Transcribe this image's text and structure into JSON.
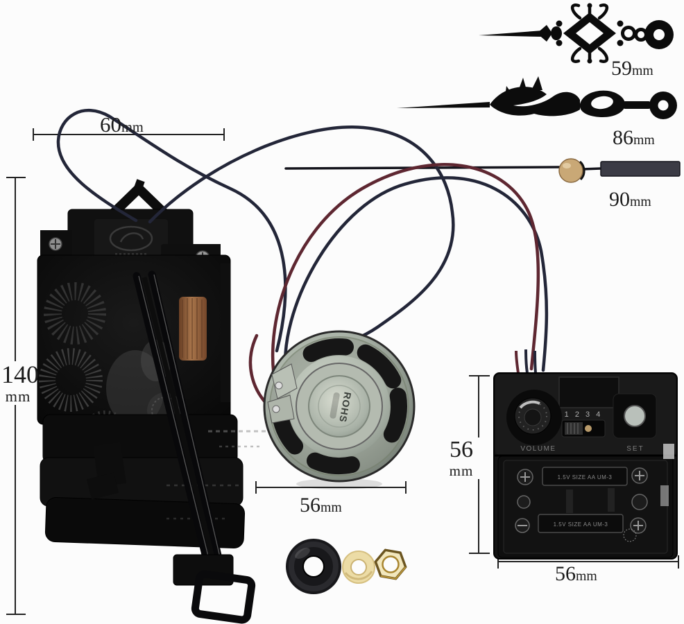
{
  "dimensions": {
    "hour_hand": {
      "value": "59",
      "unit": "mm"
    },
    "minute_hand": {
      "value": "86",
      "unit": "mm"
    },
    "second_hand": {
      "value": "90",
      "unit": "mm"
    },
    "movement_width": {
      "value": "60",
      "unit": "mm"
    },
    "movement_height": {
      "value": "140",
      "unit": "mm"
    },
    "speaker_diameter": {
      "value": "56",
      "unit": "mm"
    },
    "battery_box_height": {
      "value": "56",
      "unit": "mm"
    },
    "battery_box_width": {
      "value": "56",
      "unit": "mm"
    }
  },
  "speaker": {
    "center_marking": "ROHS"
  },
  "battery_box": {
    "switch_marks": "1 2 3 4",
    "volume_label": "VOLUME",
    "set_label": "SET",
    "battery_slot_marking": "1.5V SIZE AA UM-3"
  },
  "colors": {
    "background": "#fcfcfc",
    "annotation_text": "#1c1c1c",
    "wire_dark_blue": "#232638",
    "wire_dark_red": "#5e2731",
    "speaker_metal": "#aab3a7",
    "second_hand_ball": "#c9a876",
    "washer_cream": "#ecdca6",
    "nut_brass": "#e8d391"
  }
}
